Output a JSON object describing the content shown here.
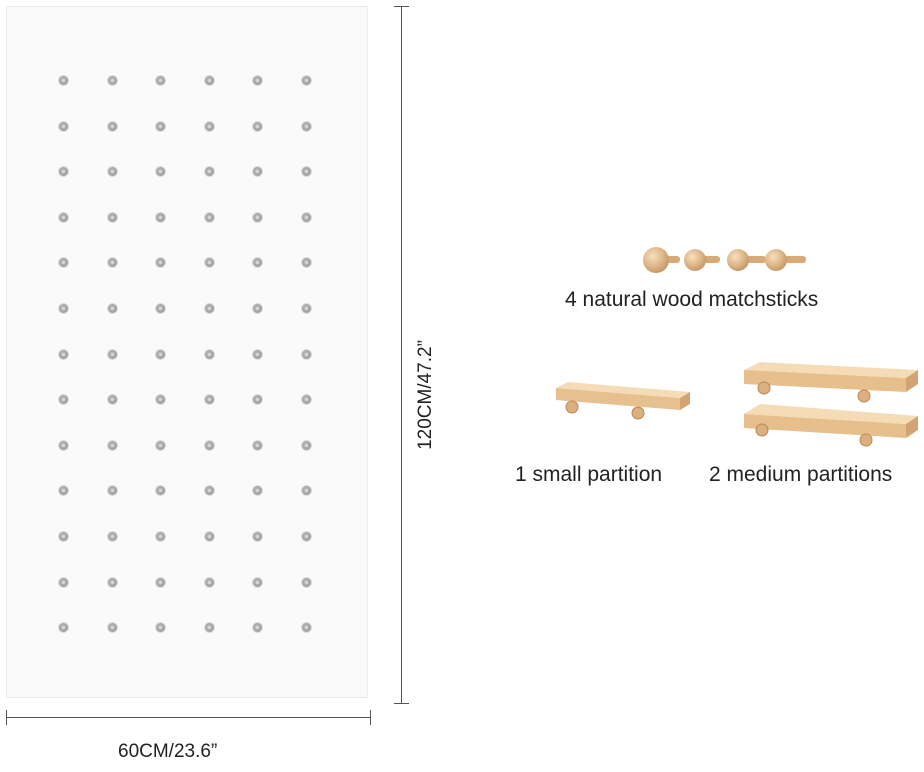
{
  "dimensions": {
    "height": "120CM/47.2”",
    "width": "60CM/23.6”"
  },
  "pegboard": {
    "rows": 13,
    "columns": 6
  },
  "items": {
    "matchsticks": "4 natural wood matchsticks",
    "small_partition": "1 small partition",
    "medium_partitions": "2 medium partitions"
  },
  "colors": {
    "wood_light": "#f4d7ad",
    "wood_mid": "#e6bf8c",
    "wood_dark": "#c9996a"
  }
}
